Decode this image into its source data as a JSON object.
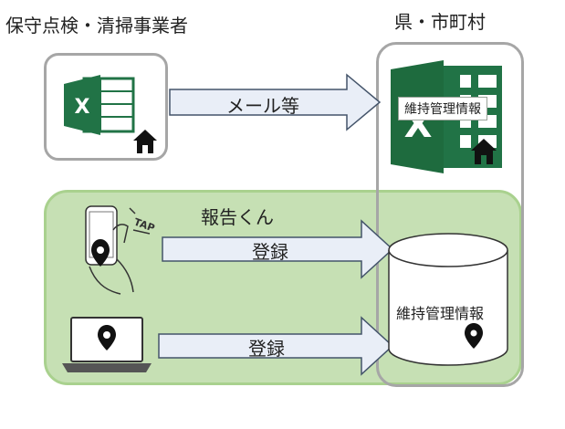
{
  "labels": {
    "contractor": "保守点検・清掃事業者",
    "prefecture": "県・市町村",
    "system_name": "報告くん"
  },
  "arrows": {
    "email": "メール等",
    "register_phone": "登録",
    "register_pc": "登録"
  },
  "excel_badge": "X",
  "excel_info_tag": "維持管理情報",
  "database_label": "維持管理情報",
  "tap_text": "TAP",
  "colors": {
    "green_zone": "#c6e0b4",
    "green_border": "#a9d18e",
    "box_border": "#a6a6a6",
    "excel_green": "#217346",
    "arrow_fill": "#e9eef7",
    "arrow_stroke": "#44546a"
  }
}
